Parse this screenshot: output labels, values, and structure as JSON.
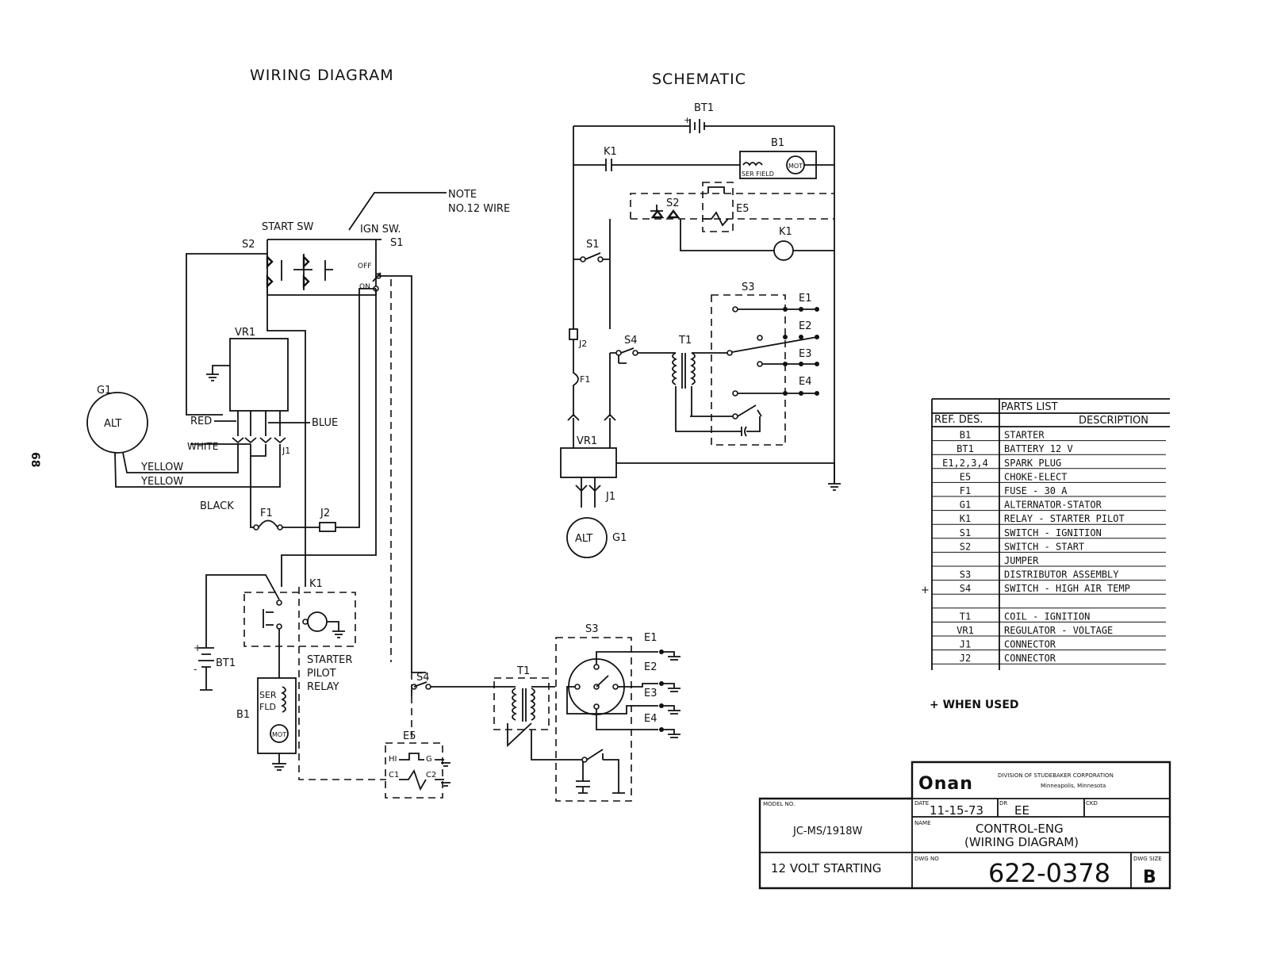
{
  "titles": {
    "wiring": "WIRING DIAGRAM",
    "schematic": "SCHEMATIC"
  },
  "page_number": "68",
  "wiring": {
    "note": "NOTE",
    "note2": "NO.12 WIRE",
    "start_sw": "START SW",
    "ign_sw": "IGN SW.",
    "s1": "S1",
    "s2": "S2",
    "off": "OFF",
    "on": "ON",
    "vr1": "VR1",
    "g1": "G1",
    "alt": "ALT",
    "red": "RED",
    "blue": "BLUE",
    "white": "WHITE",
    "j1": "J1",
    "yellow1": "YELLOW",
    "yellow2": "YELLOW",
    "black": "BLACK",
    "f1": "F1",
    "j2": "J2",
    "k1": "K1",
    "bt1": "BT1",
    "starter1": "STARTER",
    "starter2": "PILOT",
    "starter3": "RELAY",
    "ser": "SER",
    "fld": "FLD",
    "mot": "MOT",
    "b1": "B1",
    "e5": "E5",
    "hi": "HI",
    "g": "G",
    "c1": "C1",
    "c2": "C2",
    "s4": "S4",
    "t1": "T1",
    "s3": "S3",
    "e1": "E1",
    "e2": "E2",
    "e3": "E3",
    "e4": "E4"
  },
  "schematic": {
    "bt1": "BT1",
    "k1_contact": "K1",
    "b1": "B1",
    "ser_field": "SER FIELD",
    "mot": "MOT",
    "s2": "S2",
    "e5": "E5",
    "k1_coil": "K1",
    "s1": "S1",
    "s3": "S3",
    "e1": "E1",
    "e2": "E2",
    "e3": "E3",
    "e4": "E4",
    "j2": "J2",
    "s4": "S4",
    "t1": "T1",
    "f1": "F1",
    "vr1": "VR1",
    "j1": "J1",
    "alt": "ALT",
    "g1": "G1"
  },
  "parts_list": {
    "title": "PARTS LIST",
    "col_ref": "REF. DES.",
    "col_desc": "DESCRIPTION",
    "rows": [
      {
        "ref": "B1",
        "desc": "STARTER"
      },
      {
        "ref": "BT1",
        "desc": "BATTERY 12 V"
      },
      {
        "ref": "E1,2,3,4",
        "desc": "SPARK PLUG"
      },
      {
        "ref": "E5",
        "desc": "CHOKE-ELECT"
      },
      {
        "ref": "F1",
        "desc": "FUSE - 30 A"
      },
      {
        "ref": "G1",
        "desc": "ALTERNATOR-STATOR"
      },
      {
        "ref": "K1",
        "desc": "RELAY - STARTER PILOT"
      },
      {
        "ref": "S1",
        "desc": "SWITCH - IGNITION"
      },
      {
        "ref": "S2",
        "desc": "SWITCH - START"
      },
      {
        "ref": "",
        "desc": "JUMPER"
      },
      {
        "ref": "S3",
        "desc": "DISTRIBUTOR ASSEMBLY"
      },
      {
        "ref": "S4",
        "desc": "SWITCH - HIGH AIR TEMP"
      },
      {
        "ref": "",
        "desc": ""
      },
      {
        "ref": "T1",
        "desc": "COIL - IGNITION"
      },
      {
        "ref": "VR1",
        "desc": "REGULATOR - VOLTAGE"
      },
      {
        "ref": "J1",
        "desc": "CONNECTOR"
      },
      {
        "ref": "J2",
        "desc": "CONNECTOR"
      }
    ],
    "plus_mark": "+",
    "when_used": "+ WHEN USED"
  },
  "title_block": {
    "logo": "Onan",
    "division": "DIVISION OF STUDEBAKER CORPORATION",
    "location": "Minneapolis, Minnesota",
    "model_label": "MODEL NO.",
    "model": "JC-MS/1918W",
    "date_label": "DATE",
    "date": "11-15-73",
    "dr_label": "DR",
    "dr": "EE",
    "ckd_label": "CKD",
    "name_label": "NAME",
    "name1": "CONTROL-ENG",
    "name2": "(WIRING DIAGRAM)",
    "starting": "12 VOLT STARTING",
    "dwg_label": "DWG NO",
    "dwg_no": "622-0378",
    "size_label": "DWG SIZE",
    "size": "B"
  }
}
